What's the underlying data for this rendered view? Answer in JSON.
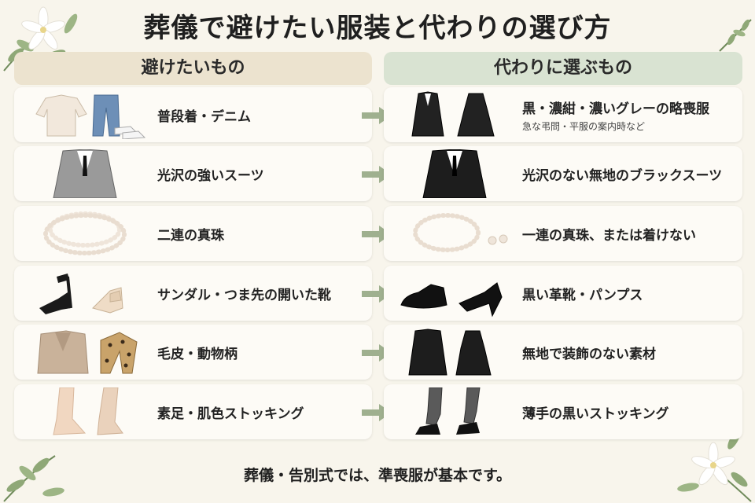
{
  "title": "葬儀で避けたい服装と代わりの選び方",
  "headers": {
    "avoid": "避けたいもの",
    "alternative": "代わりに選ぶもの"
  },
  "rows": [
    {
      "avoid": "普段着・デニム",
      "alternative": "黒・濃紺・濃いグレーの略喪服",
      "alternative_note": "急な弔問・平服の案内時など"
    },
    {
      "avoid": "光沢の強いスーツ",
      "alternative": "光沢のない無地のブラックスーツ",
      "alternative_note": ""
    },
    {
      "avoid": "二連の真珠",
      "alternative": "一連の真珠、または着けない",
      "alternative_note": ""
    },
    {
      "avoid": "サンダル・つま先の開いた靴",
      "alternative": "黒い革靴・パンプス",
      "alternative_note": ""
    },
    {
      "avoid": "毛皮・動物柄",
      "alternative": "無地で装飾のない素材",
      "alternative_note": ""
    },
    {
      "avoid": "素足・肌色ストッキング",
      "alternative": "薄手の黒いストッキング",
      "alternative_note": ""
    }
  ],
  "footer": "葬儀・告別式では、準喪服が基本です。",
  "colors": {
    "background": "#f8f5ec",
    "avoid_header": "#ece3cf",
    "alternative_header": "#d9e3d2",
    "arrow": "#9fb08f"
  },
  "icons": [
    "lily-flower-icon",
    "leaf-sprig-icon",
    "arrow-right-icon"
  ]
}
